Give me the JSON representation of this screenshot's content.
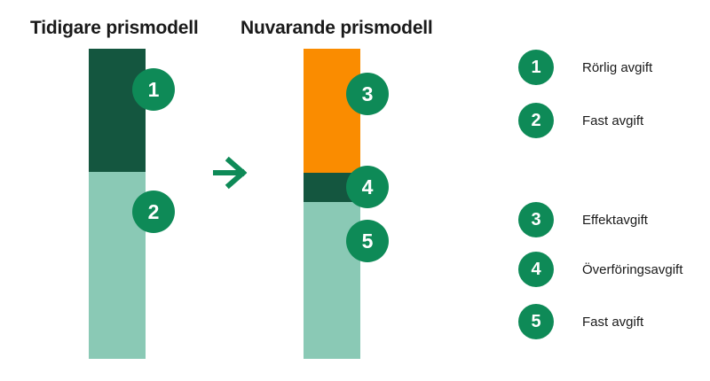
{
  "colors": {
    "dark_green": "#14563F",
    "light_green": "#8AC9B5",
    "orange": "#FA8C00",
    "badge_green": "#0E8A57",
    "text": "#1a1a1a",
    "background": "#FFFFFF",
    "arrow": "#0E8A57"
  },
  "charts": {
    "previous": {
      "title": "Tidigare prismodell",
      "segments": [
        {
          "number": "1",
          "color_key": "dark_green",
          "top_pct": 0,
          "height_pct": 39.7
        },
        {
          "number": "2",
          "color_key": "light_green",
          "top_pct": 39.7,
          "height_pct": 60.3
        }
      ]
    },
    "current": {
      "title": "Nuvarande prismodell",
      "segments": [
        {
          "number": "3",
          "color_key": "orange",
          "top_pct": 0,
          "height_pct": 40
        },
        {
          "number": "4",
          "color_key": "dark_green",
          "top_pct": 40,
          "height_pct": 9.4
        },
        {
          "number": "5",
          "color_key": "light_green",
          "top_pct": 49.4,
          "height_pct": 50.6
        }
      ]
    }
  },
  "badges": {
    "b1": "1",
    "b2": "2",
    "b3": "3",
    "b4": "4",
    "b5": "5"
  },
  "legend": {
    "items": [
      {
        "number": "1",
        "label": "Rörlig avgift"
      },
      {
        "number": "2",
        "label": "Fast avgift"
      },
      {
        "number": "3",
        "label": "Effektavgift"
      },
      {
        "number": "4",
        "label": "Överföringsavgift"
      },
      {
        "number": "5",
        "label": "Fast avgift"
      }
    ]
  },
  "chart_data": {
    "type": "bar",
    "title": "Tidigare prismodell → Nuvarande prismodell",
    "subtitle": "",
    "xlabel": "",
    "ylabel": "",
    "grid": false,
    "legend_position": "right",
    "categories": [
      "Tidigare prismodell",
      "Nuvarande prismodell"
    ],
    "stacked": true,
    "units": "relativ andel (%)",
    "ylim": [
      0,
      100
    ],
    "series": [
      {
        "name": "Rörlig avgift",
        "badge": "1",
        "color": "#14563F",
        "values": [
          39.7,
          0
        ]
      },
      {
        "name": "Fast avgift",
        "badge": "2",
        "color": "#8AC9B5",
        "values": [
          60.3,
          0
        ]
      },
      {
        "name": "Effektavgift",
        "badge": "3",
        "color": "#FA8C00",
        "values": [
          0,
          40.0
        ]
      },
      {
        "name": "Överföringsavgift",
        "badge": "4",
        "color": "#14563F",
        "values": [
          0,
          9.4
        ]
      },
      {
        "name": "Fast avgift",
        "badge": "5",
        "color": "#8AC9B5",
        "values": [
          0,
          50.6
        ]
      }
    ],
    "annotations": [
      "arrow from Tidigare prismodell to Nuvarande prismodell"
    ]
  }
}
